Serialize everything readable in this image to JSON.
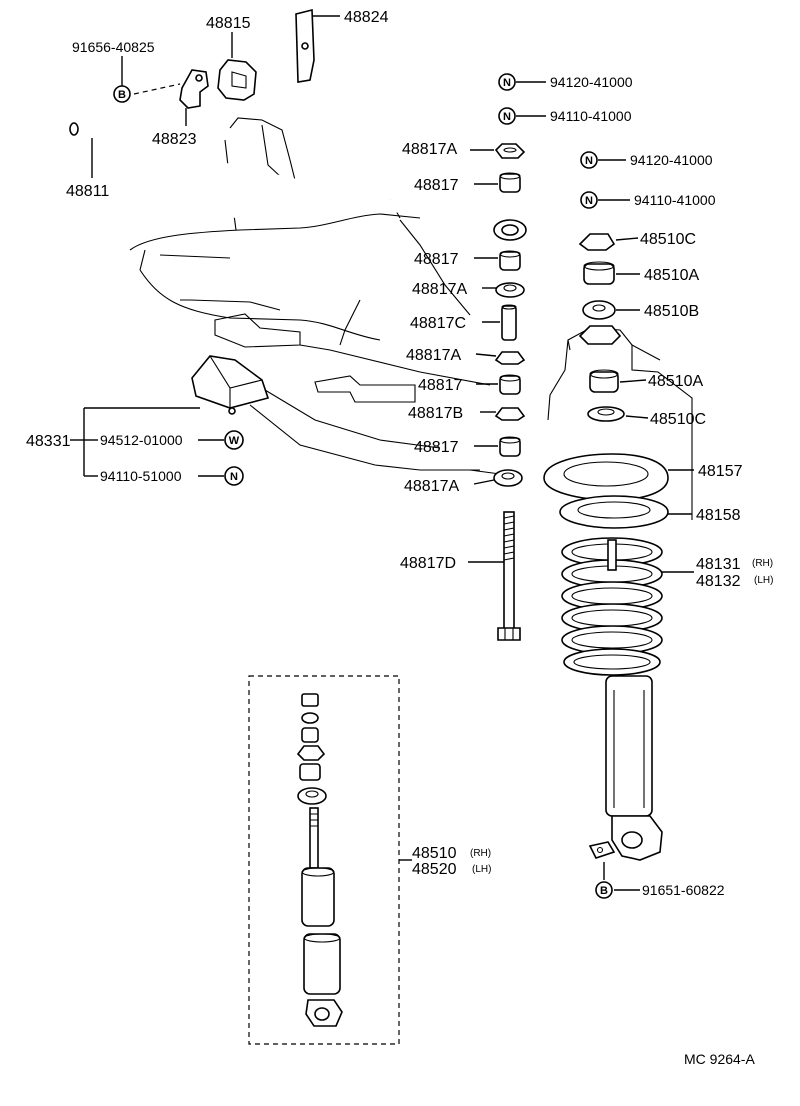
{
  "labels": {
    "p48815": "48815",
    "p48824": "48824",
    "p91656": "91656-40825",
    "p48823": "48823",
    "p48811": "48811",
    "p94120a": "94120-41000",
    "p94110a": "94110-41000",
    "p94120b": "94120-41000",
    "p94110b": "94110-41000",
    "p48817A_1": "48817A",
    "p48817_1": "48817",
    "p48817_2": "48817",
    "p48817A_2": "48817A",
    "p48817C": "48817C",
    "p48817A_3": "48817A",
    "p48817_3": "48817",
    "p48817B": "48817B",
    "p48817_4": "48817",
    "p48817A_4": "48817A",
    "p48817D": "48817D",
    "p48510C_1": "48510C",
    "p48510A_1": "48510A",
    "p48510B": "48510B",
    "p48510A_2": "48510A",
    "p48510C_2": "48510C",
    "p48157": "48157",
    "p48158": "48158",
    "p48131": "48131",
    "p48132": "48132",
    "rh1": "(RH)",
    "lh1": "(LH)",
    "p48331": "48331",
    "p94512": "94512-01000",
    "p94110c": "94110-51000",
    "p48510": "48510",
    "p48520": "48520",
    "rh2": "(RH)",
    "lh2": "(LH)",
    "p91651": "91651-60822",
    "footer_code": "MC  9264-A"
  },
  "symbols": {
    "B": "B",
    "N": "N",
    "W": "W"
  },
  "icons": [
    "stabilizer-bar-icon",
    "coil-spring-icon",
    "shock-absorber-icon",
    "bushing-icon",
    "bolt-icon"
  ]
}
